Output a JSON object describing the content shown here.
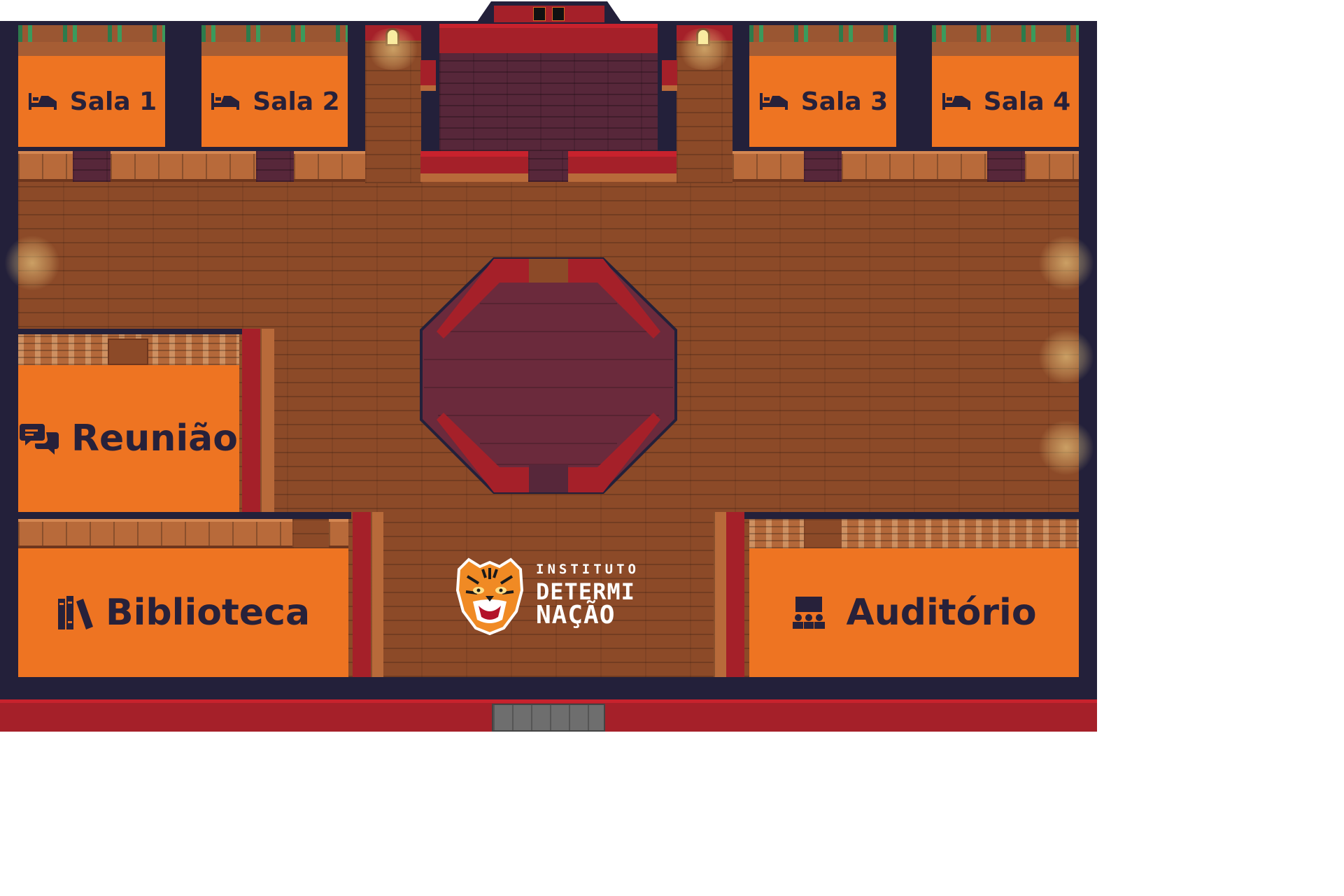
{
  "map": {
    "rooms": {
      "sala1": "Sala 1",
      "sala2": "Sala 2",
      "sala3": "Sala 3",
      "sala4": "Sala 4",
      "reuniao": "Reunião",
      "biblioteca": "Biblioteca",
      "auditorio": "Auditório"
    },
    "logo": {
      "line1": "INSTITUTO",
      "line2": "DETERMI",
      "line3": "NAÇÃO"
    }
  },
  "colors": {
    "room_orange": "#ee7422",
    "frame_navy": "#23203a",
    "wood_floor": "#8c4a28",
    "carpet_red": "#a52029",
    "dark_stage": "#57273a"
  },
  "icons": {
    "sala": "bed-icon",
    "reuniao": "chat-bubbles-icon",
    "biblioteca": "books-icon",
    "auditorio": "audience-icon",
    "logo": "tiger-icon"
  }
}
